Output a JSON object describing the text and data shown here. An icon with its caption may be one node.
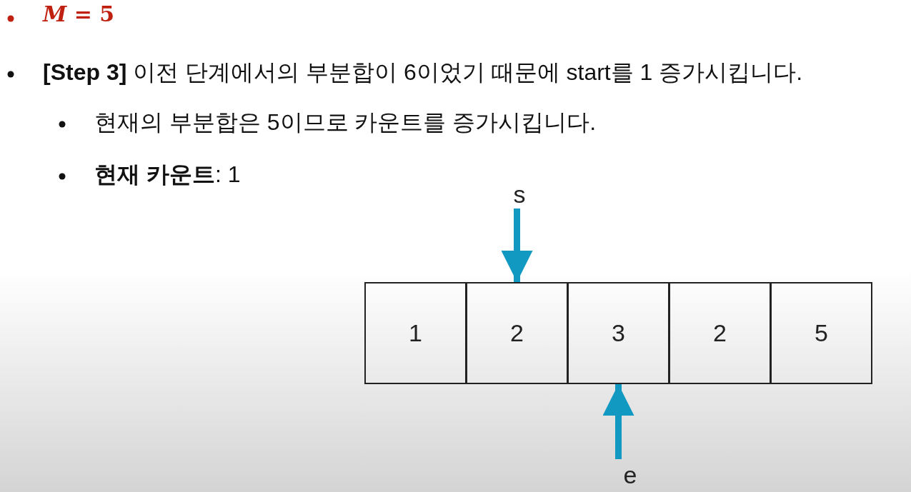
{
  "diagram": {
    "nodes": [
      {
        "text": [
          "s"
        ]
      },
      {
        "text": [
          "1"
        ]
      },
      {
        "text": [
          "2"
        ]
      },
      {
        "text": [
          "3"
        ]
      },
      {
        "text": [
          "2"
        ]
      },
      {
        "text": [
          "5"
        ]
      },
      {
        "text": [
          "e"
        ]
      }
    ],
    "edges": [
      {
        "from": 0,
        "to": 2,
        "arrow": "to"
      },
      {
        "from": 6,
        "to": 3,
        "arrow": "to"
      }
    ],
    "labels": [
      "*M* = 5",
      "**[Step 3]** 이전 단계에서의 부분합이 6이었기 때문에 start를 1 증가시킵니다.",
      "현재의 부분합은 5이므로 카운트를 증가시킵니다.",
      "**현재 카운트**: 1"
    ]
  }
}
